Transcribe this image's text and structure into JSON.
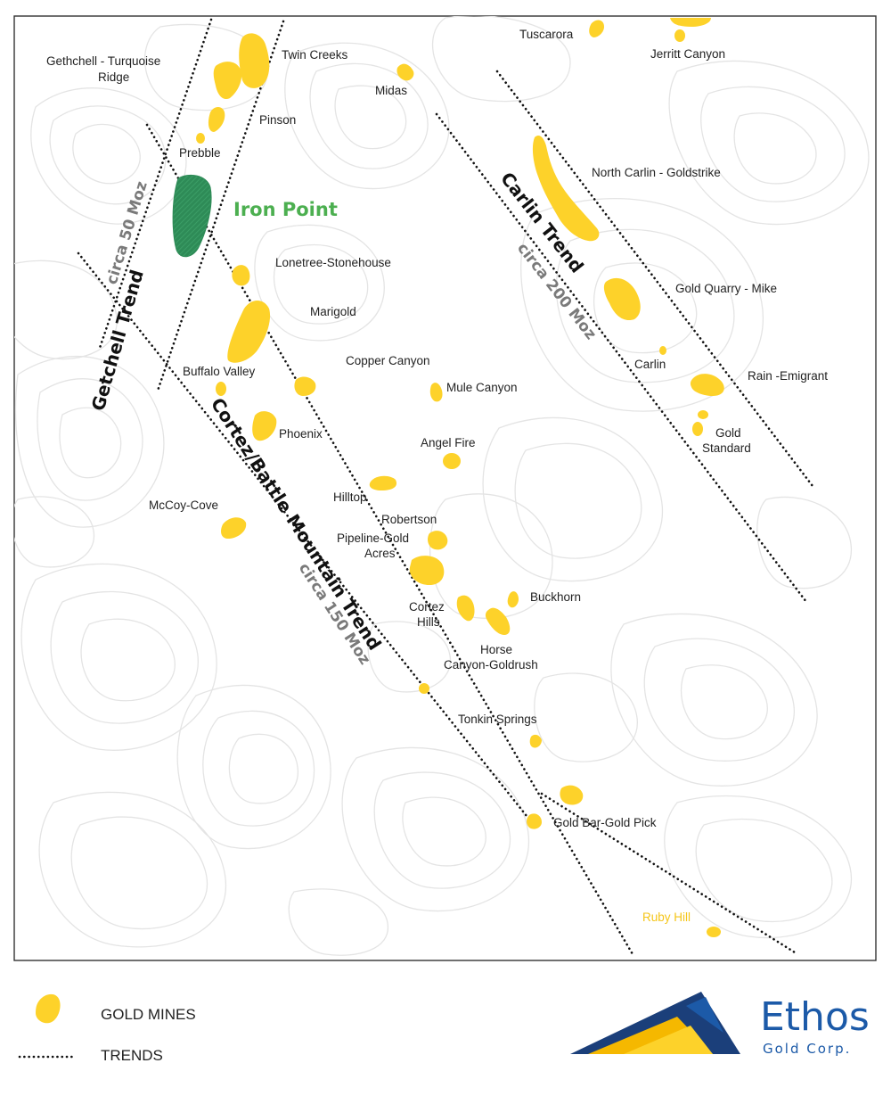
{
  "colors": {
    "gold": "#FDD22A",
    "iron_point_fill": "#2E8B57",
    "iron_point_label": "#4CAF50",
    "trend_line": "#111111",
    "circa_text": "#7a7a7a",
    "ruby_hill_label": "#F5C518",
    "logo_blue": "#1C5AA8",
    "logo_dark_blue": "#1B3F7A",
    "logo_gold": "#F5B800"
  },
  "mines": {
    "gethchell": "Gethchell - Turquoise",
    "gethchell_2": "Ridge",
    "twin_creeks": "Twin Creeks",
    "midas": "Midas",
    "pinson": "Pinson",
    "prebble": "Prebble",
    "tuscarora": "Tuscarora",
    "jerritt": "Jerritt Canyon",
    "north_carlin": "North Carlin - Goldstrike",
    "gold_quarry": "Gold Quarry - Mike",
    "carlin": "Carlin",
    "rain": "Rain -Emigrant",
    "gold_standard_1": "Gold",
    "gold_standard_2": "Standard",
    "lonetree": "Lonetree-Stonehouse",
    "marigold": "Marigold",
    "copper_canyon": "Copper Canyon",
    "buffalo_valley": "Buffalo Valley",
    "mule_canyon": "Mule Canyon",
    "phoenix": "Phoenix",
    "angel_fire": "Angel Fire",
    "hilltop": "Hilltop",
    "mccoy": "McCoy-Cove",
    "robertson": "Robertson",
    "pipeline_1": "Pipeline-Gold",
    "pipeline_2": "Acres",
    "buckhorn": "Buckhorn",
    "cortez_1": "Cortez",
    "cortez_2": "Hills",
    "horse_1": "Horse",
    "horse_2": "Canyon-Goldrush",
    "tonkin": "Tonkin Springs",
    "gold_bar": "Gold Bar-Gold Pick",
    "ruby_hill": "Ruby Hill"
  },
  "iron_point": "Iron Point",
  "trends": {
    "getchell": "Getchell Trend",
    "getchell_circa": "circa 50 Moz",
    "carlin": "Carlin Trend",
    "carlin_circa": "circa 200 Moz",
    "cortez": "Cortez/Battle Mountain Trend",
    "cortez_circa": "circa 150 Moz"
  },
  "legend": {
    "gold_mines": "GOLD MINES",
    "trends": "TRENDS"
  },
  "logo": {
    "name": "Ethos",
    "sub": "Gold Corp."
  }
}
